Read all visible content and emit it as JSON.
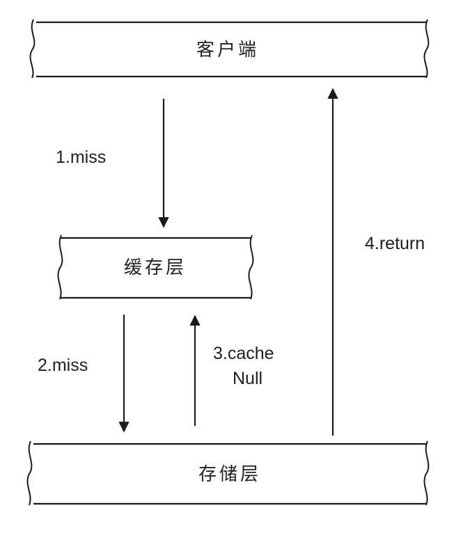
{
  "nodes": {
    "client": {
      "label": "客户端"
    },
    "cache": {
      "label": "缓存层"
    },
    "storage": {
      "label": "存储层"
    }
  },
  "edges": {
    "e1": {
      "label": "1.miss"
    },
    "e2": {
      "label": "2.miss"
    },
    "e3": {
      "line1": "3.cache",
      "line2": "Null"
    },
    "e4": {
      "label": "4.return"
    }
  },
  "colors": {
    "stroke": "#1a1a1a",
    "text": "#222222",
    "background": "#ffffff"
  }
}
